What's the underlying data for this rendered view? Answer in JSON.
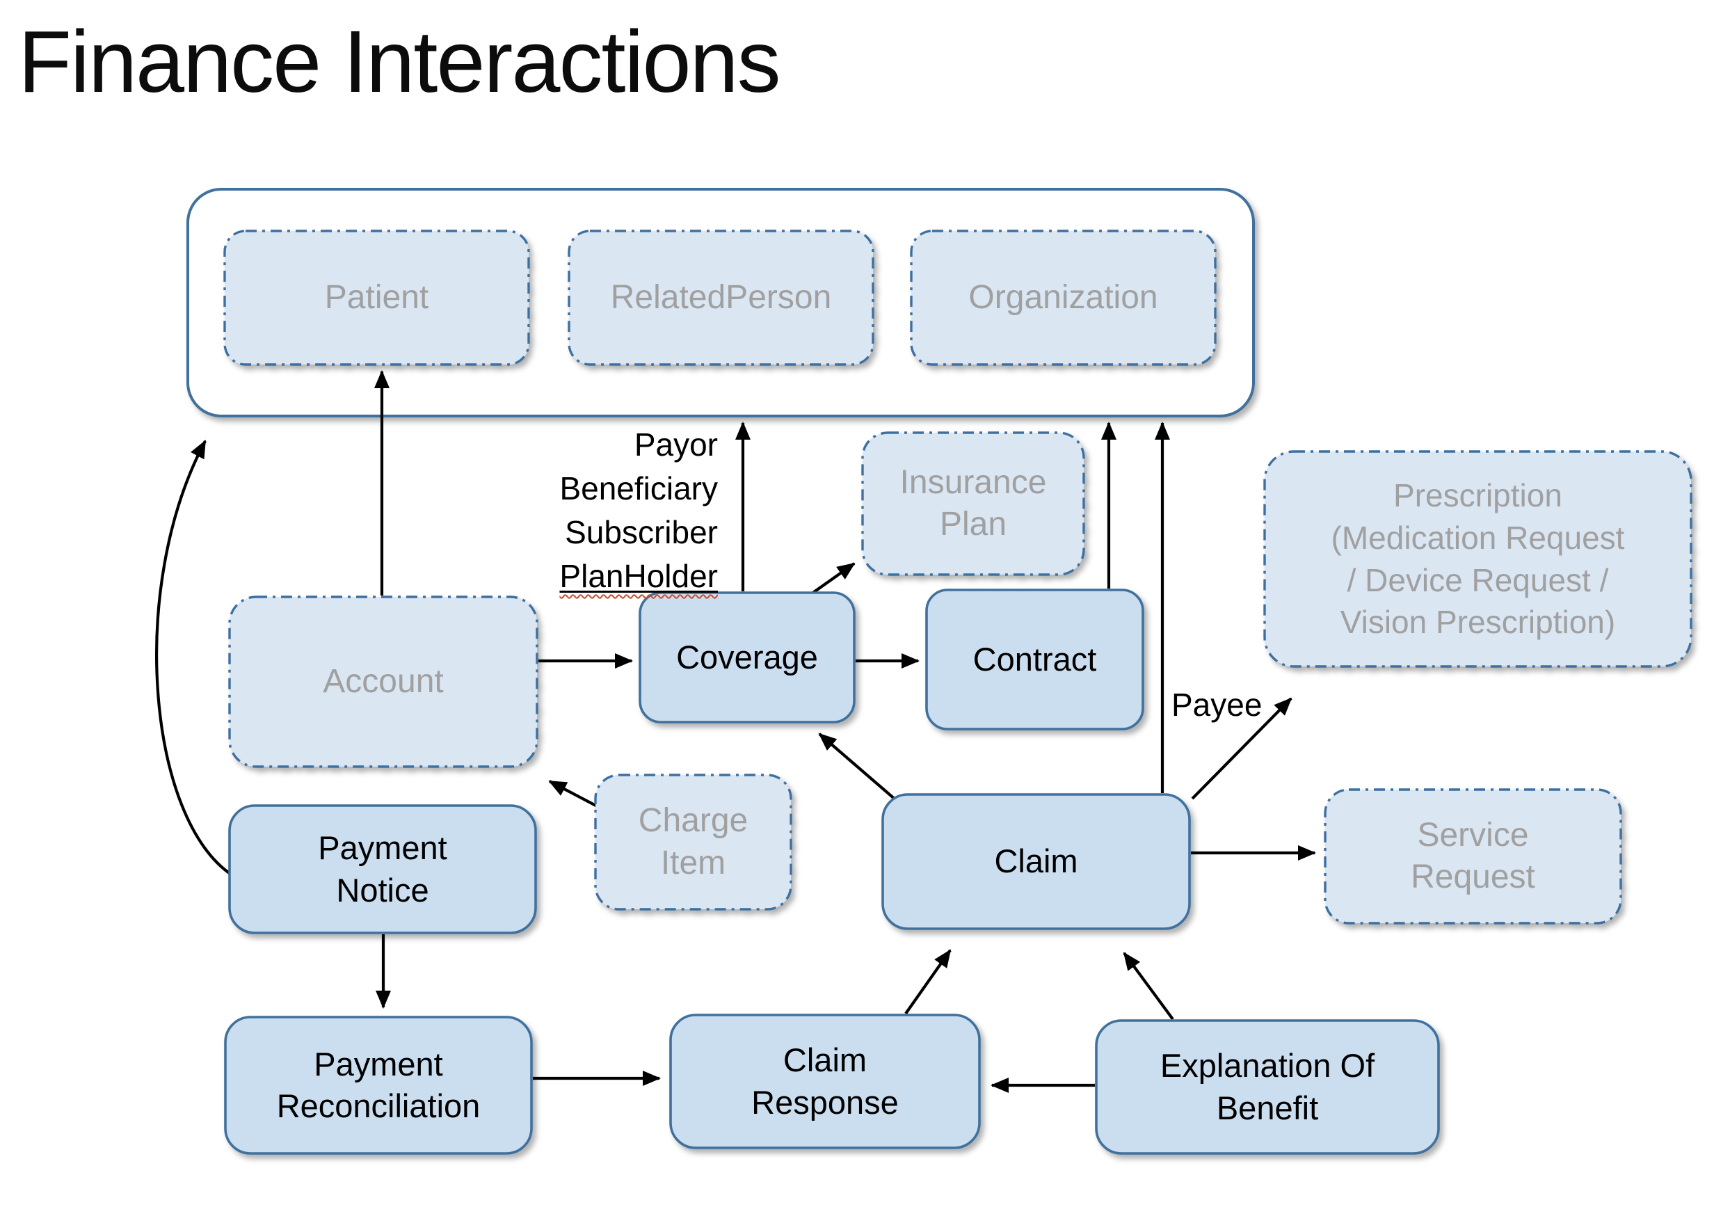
{
  "title": "Finance Interactions",
  "colors": {
    "solid_node_fill": "#cbdef0",
    "solid_node_border": "#41719c",
    "referenced_node_fill": "#dbe6f3",
    "referenced_node_border": "#3e6fa0",
    "group_border": "#41719c",
    "referenced_text": "#a0a0a0",
    "active_text": "#000000",
    "arrow": "#000000",
    "spellcheck_squiggle": "#d24726"
  },
  "nodes": {
    "patient": {
      "label": "Patient",
      "kind": "referenced"
    },
    "related_person": {
      "label": "RelatedPerson",
      "kind": "referenced"
    },
    "organization": {
      "label": "Organization",
      "kind": "referenced"
    },
    "insurance_plan": {
      "label": "Insurance\nPlan",
      "kind": "referenced"
    },
    "prescription": {
      "label": "Prescription\n(Medication Request\n/ Device Request /\nVision Prescription)",
      "kind": "referenced"
    },
    "account": {
      "label": "Account",
      "kind": "referenced"
    },
    "charge_item": {
      "label": "Charge\nItem",
      "kind": "referenced"
    },
    "service_request": {
      "label": "Service\nRequest",
      "kind": "referenced"
    },
    "coverage": {
      "label": "Coverage",
      "kind": "active"
    },
    "contract": {
      "label": "Contract",
      "kind": "active"
    },
    "claim": {
      "label": "Claim",
      "kind": "active"
    },
    "payment_notice": {
      "label": "Payment\nNotice",
      "kind": "active"
    },
    "payment_reconciliation": {
      "label": "Payment\nReconciliation",
      "kind": "active"
    },
    "claim_response": {
      "label": "Claim\nResponse",
      "kind": "active"
    },
    "explanation_of_benefit": {
      "label": "Explanation Of\nBenefit",
      "kind": "active"
    }
  },
  "labels": {
    "coverage_roles": [
      "Payor",
      "Beneficiary",
      "Subscriber",
      "PlanHolder"
    ],
    "payee": "Payee"
  },
  "edges": [
    {
      "from": "Account",
      "to": "Patient"
    },
    {
      "from": "Coverage",
      "to": "Patient/RelatedPerson/Organization",
      "label": "Payor, Beneficiary, Subscriber, PlanHolder"
    },
    {
      "from": "Contract",
      "to": "Patient/RelatedPerson/Organization"
    },
    {
      "from": "Claim",
      "to": "Patient/RelatedPerson/Organization",
      "label": "Payee"
    },
    {
      "from": "PaymentNotice",
      "to": "Patient/RelatedPerson/Organization"
    },
    {
      "from": "Account",
      "to": "Coverage"
    },
    {
      "from": "Coverage",
      "to": "Contract"
    },
    {
      "from": "Coverage",
      "to": "InsurancePlan"
    },
    {
      "from": "ChargeItem",
      "to": "Account"
    },
    {
      "from": "Claim",
      "to": "Coverage"
    },
    {
      "from": "Claim",
      "to": "Prescription"
    },
    {
      "from": "Claim",
      "to": "ServiceRequest"
    },
    {
      "from": "PaymentNotice",
      "to": "PaymentReconciliation"
    },
    {
      "from": "PaymentReconciliation",
      "to": "ClaimResponse"
    },
    {
      "from": "ClaimResponse",
      "to": "Claim"
    },
    {
      "from": "ExplanationOfBenefit",
      "to": "ClaimResponse"
    },
    {
      "from": "ExplanationOfBenefit",
      "to": "Claim"
    }
  ]
}
